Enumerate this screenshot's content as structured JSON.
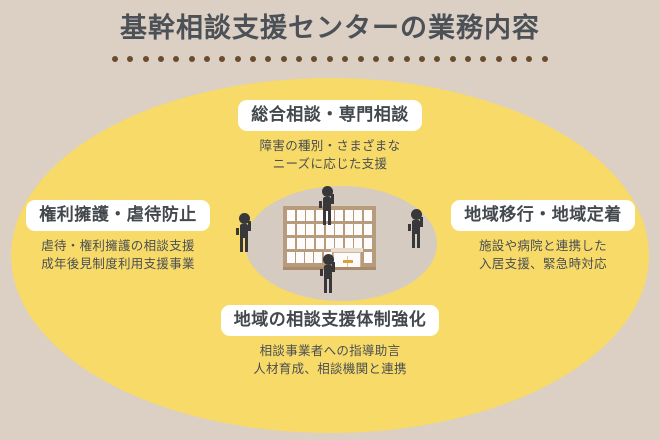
{
  "title": "基幹相談支援センターの業務内容",
  "theme": {
    "background": "#dccfc3",
    "outer_ellipse": "#f7da67",
    "inner_ellipse": "#d5cbc1",
    "title_color": "#4c5157",
    "dot_color": "#6b4b2d",
    "pill_background": "#ffffff",
    "pill_text": "#43484d",
    "building_color": "#b89b7d",
    "person_color": "#38383a"
  },
  "title_dot_count": 29,
  "sections": {
    "top": {
      "label": "総合相談・専門相談",
      "description_line1": "障害の種別・さまざまな",
      "description_line2": "ニーズに応じた支援"
    },
    "left": {
      "label": "権利擁護・虐待防止",
      "description_line1": "虐待・権利擁護の相談支援",
      "description_line2": "成年後見制度利用支援事業"
    },
    "right": {
      "label": "地域移行・地域定着",
      "description_line1": "施設や病院と連携した",
      "description_line2": "入居支援、緊急時対応"
    },
    "bottom": {
      "label": "地域の相談支援体制強化",
      "description_line1": "相談事業者への指導助言",
      "description_line2": "人材育成、相談機関と連携"
    }
  },
  "center_illustration": {
    "building_window_rows": 4,
    "building_windows_per_row": 9,
    "people_count": 4
  }
}
